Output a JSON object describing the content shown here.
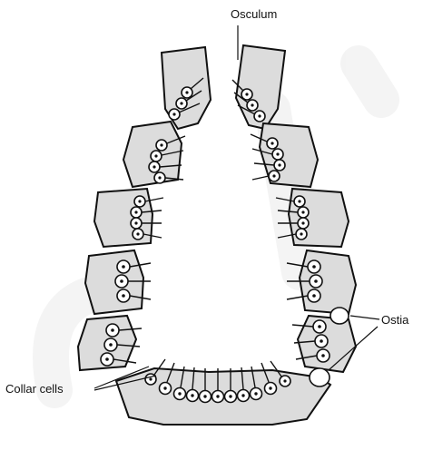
{
  "labels": {
    "osculum": "Osculum",
    "ostia": "Ostia",
    "collar_cells": "Collar cells"
  },
  "colors": {
    "ink": "#111111",
    "wall_fill": "#dcdcdc",
    "background": "#ffffff"
  }
}
